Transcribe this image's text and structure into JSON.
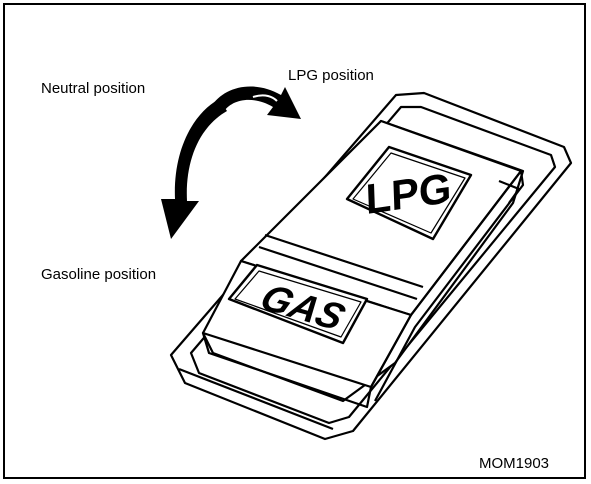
{
  "labels": {
    "neutral": "Neutral position",
    "lpg_position": "LPG position",
    "gasoline": "Gasoline position",
    "figure_code": "MOM1903"
  },
  "switch": {
    "upper_button": "LPG",
    "lower_button": "GAS"
  }
}
